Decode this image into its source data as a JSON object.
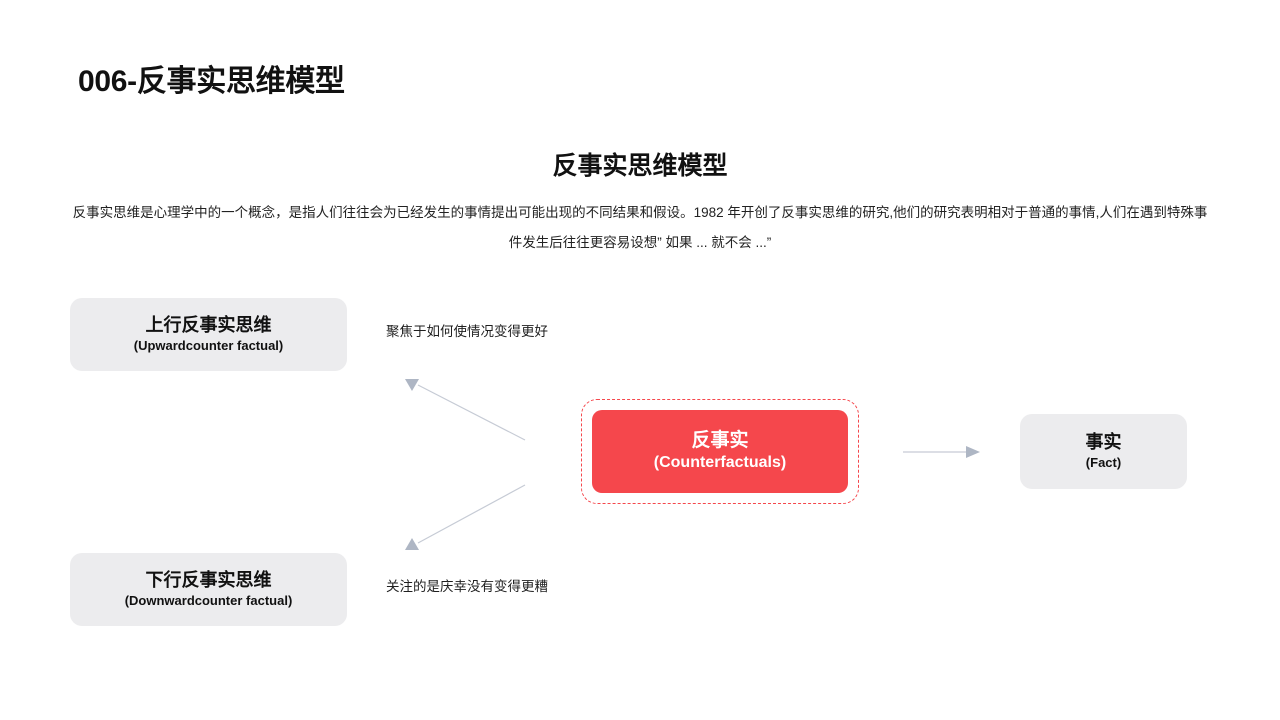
{
  "slide": {
    "title": "006-反事实思维模型",
    "heading": "反事实思维模型",
    "paragraph": "反事实思维是心理学中的一个概念，是指人们往往会为已经发生的事情提出可能出现的不同结果和假设。1982 年开创了反事实思维的研究,他们的研究表明相对于普通的事情,人们在遇到特殊事件发生后往往更容易设想” 如果 ... 就不会 ...”"
  },
  "nodes": {
    "upward": {
      "cn": "上行反事实思维",
      "en": "(Upwardcounter factual)"
    },
    "downward": {
      "cn": "下行反事实思维",
      "en": "(Downwardcounter factual)"
    },
    "counterfactual": {
      "cn": "反事实",
      "en": "(Counterfactuals)"
    },
    "fact": {
      "cn": "事实",
      "en": "(Fact)"
    }
  },
  "annotations": {
    "upward_note": "聚焦于如何使情况变得更好",
    "downward_note": "关注的是庆幸没有变得更糟"
  },
  "colors": {
    "accent_red": "#F5474C",
    "box_grey": "#ECECEE",
    "connector_grey": "#C2C8D2",
    "text_dark": "#111111",
    "background": "#FFFFFF"
  }
}
